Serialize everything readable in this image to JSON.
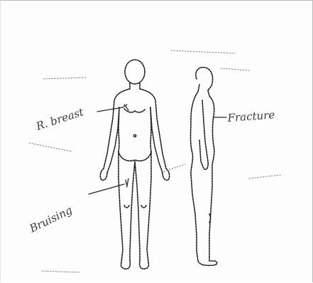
{
  "annotations": {
    "left_upper": "R. breast",
    "right_side": "Fracture",
    "left_lower": "Bruising"
  },
  "colors": {
    "paper": "#fdfdfd",
    "ink": "#1f1f1f",
    "border": "#b9b9b9"
  },
  "figures": [
    "front-body-outline",
    "side-body-outline"
  ]
}
